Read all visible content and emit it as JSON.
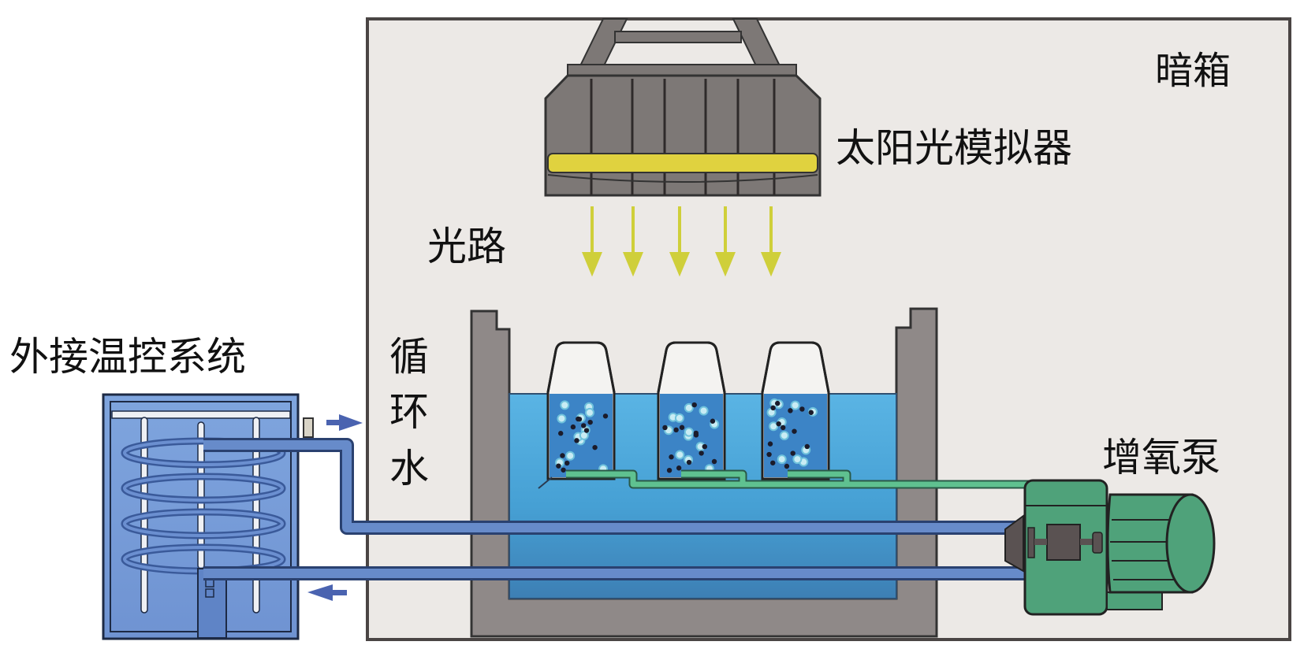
{
  "labels": {
    "dark_box": "暗箱",
    "solar_simulator": "太阳光模拟器",
    "light_path": "光路",
    "temp_control": "外接温控系统",
    "circulating_water": [
      "循",
      "环",
      "水"
    ],
    "aeration_pump": "增氧泵"
  },
  "colors": {
    "dark_box_bg": "#ece9e6",
    "simulator_body": "#7d7876",
    "simulator_band": "#e0d23f",
    "light_arrow": "#cfcf3a",
    "tank_wall": "#8f8988",
    "tank_water": "#4ea6d6",
    "beaker_water": "#3c84c6",
    "aeration_tube": "#5fc190",
    "circulation_pipe": "#4f7dc7",
    "temp_box": "#7f9fd9",
    "pump_green": "#3f9a6b",
    "pump_dark": "#5a5252",
    "flow_arrow": "#4a63b0"
  },
  "beakers": [
    {
      "name": "beaker-1"
    },
    {
      "name": "beaker-2"
    },
    {
      "name": "beaker-3"
    }
  ],
  "light_rays": 5,
  "coil_turns": 4
}
